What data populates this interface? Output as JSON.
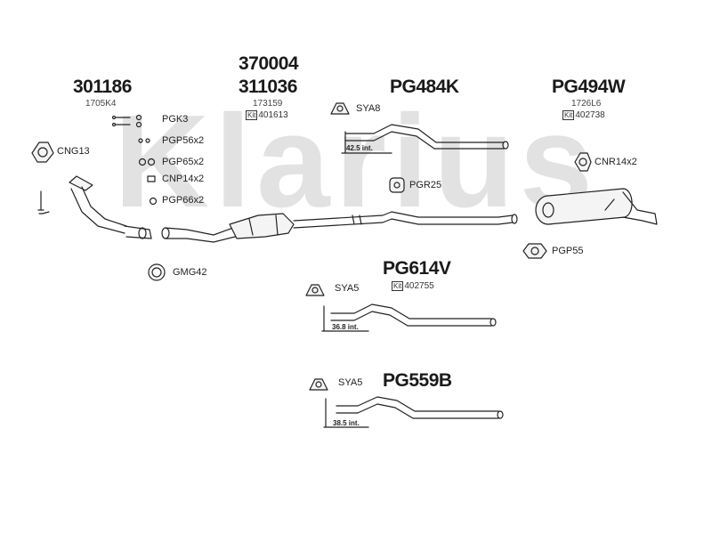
{
  "watermark": "Klarius",
  "colors": {
    "pipe": "#222222",
    "fill": "#f4f4f4",
    "watermark": "#e2e2e2"
  },
  "groups": [
    {
      "part": "301186",
      "sub": "1705K4"
    },
    {
      "part": "370004"
    },
    {
      "part": "311036",
      "sub": "173159",
      "kit_label": "Kit",
      "kit": "401613"
    },
    {
      "part": "PG484K",
      "dim": "42.5 int."
    },
    {
      "part": "PG494W",
      "sub": "1726L6",
      "kit_label": "Kit",
      "kit": "402738"
    },
    {
      "part": "PG614V",
      "kit_label": "Kit",
      "kit": "402755",
      "dim": "36.8 int."
    },
    {
      "part": "PG559B",
      "dim": "38.5 int."
    }
  ],
  "fittings": {
    "pgk3": "PGK3",
    "pgp56": "PGP56x2",
    "pgp65": "PGP65x2",
    "cnp14": "CNP14x2",
    "pgp66": "PGP66x2",
    "cng13": "CNG13",
    "gmg42": "GMG42",
    "sya8": "SYA8",
    "pgr25": "PGR25",
    "cnr14": "CNR14x2",
    "pgp55": "PGP55",
    "sya5a": "SYA5",
    "sya5b": "SYA5"
  }
}
